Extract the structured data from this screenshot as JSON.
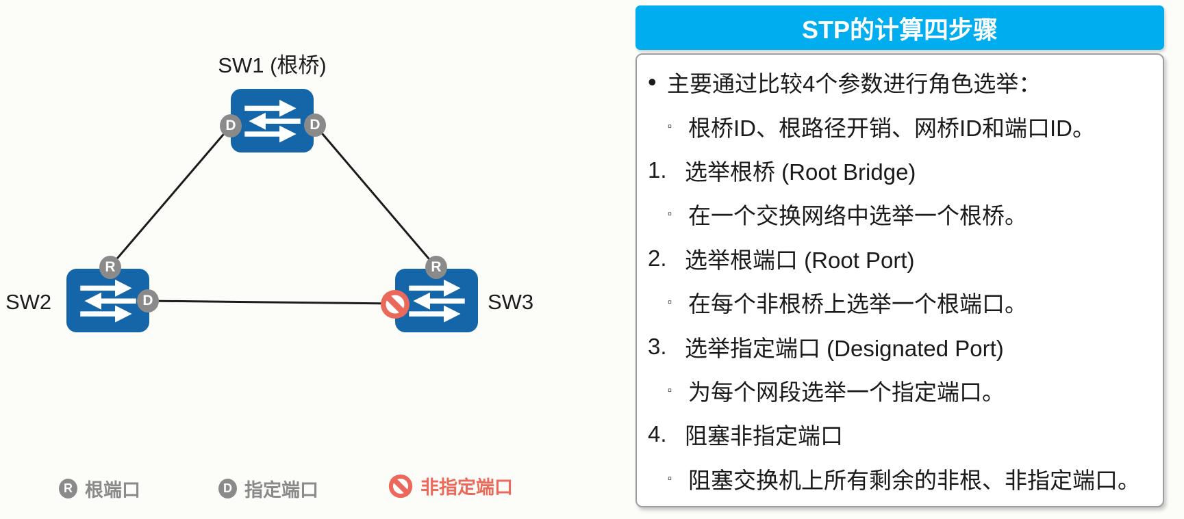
{
  "panel": {
    "title": "STP的计算四步骤",
    "items": [
      {
        "marker": "•",
        "text": "主要通过比较4个参数进行角色选举："
      },
      {
        "marker": "▫",
        "text": "根桥ID、根路径开销、网桥ID和端口ID。"
      },
      {
        "marker": "1.",
        "text": "选举根桥 (Root Bridge)"
      },
      {
        "marker": "▫",
        "text": "在一个交换网络中选举一个根桥。"
      },
      {
        "marker": "2.",
        "text": "选举根端口 (Root Port)"
      },
      {
        "marker": "▫",
        "text": "在每个非根桥上选举一个根端口。"
      },
      {
        "marker": "3.",
        "text": "选举指定端口 (Designated Port)"
      },
      {
        "marker": "▫",
        "text": "为每个网段选举一个指定端口。"
      },
      {
        "marker": "4.",
        "text": "阻塞非指定端口"
      },
      {
        "marker": "▫",
        "text": "阻塞交换机上所有剩余的非根、非指定端口。"
      }
    ]
  },
  "diagram": {
    "sw1": {
      "label": "SW1 (根桥)",
      "port_left": "D",
      "port_right": "D"
    },
    "sw2": {
      "label": "SW2",
      "port_top": "R",
      "port_right": "D"
    },
    "sw3": {
      "label": "SW3",
      "port_top": "R"
    },
    "legend": [
      {
        "symbol": "R",
        "label": "根端口"
      },
      {
        "symbol": "D",
        "label": "指定端口"
      },
      {
        "symbol": "blocked",
        "label": "非指定端口"
      }
    ]
  },
  "colors": {
    "header_bg": "#00AEEF",
    "switch_blue": "#1565A9",
    "port_gray": "#8A8A8A",
    "blocked_red": "#EB695B"
  }
}
